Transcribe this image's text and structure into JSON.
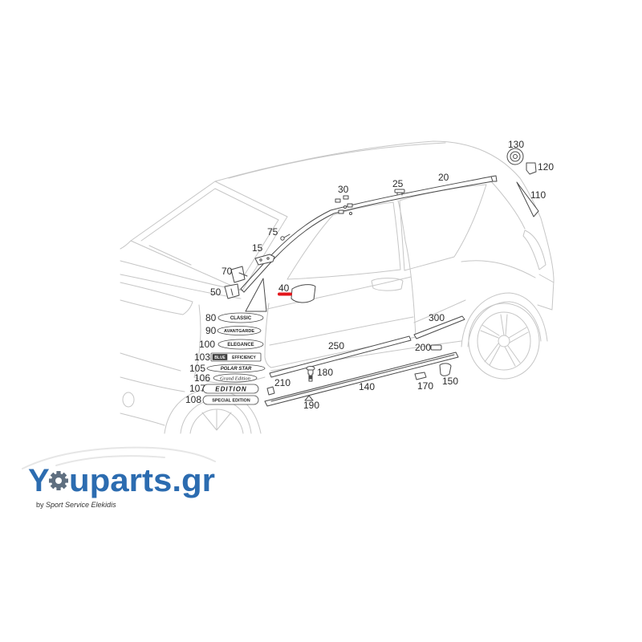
{
  "callouts": [
    "130",
    "120",
    "110",
    "20",
    "25",
    "30",
    "75",
    "15",
    "70",
    "50",
    "40",
    "80",
    "90",
    "100",
    "103",
    "105",
    "106",
    "107",
    "108",
    "300",
    "250",
    "200",
    "180",
    "210",
    "140",
    "170",
    "150",
    "190"
  ],
  "emblems": {
    "classic": "CLASSIC",
    "avantgarde": "AVANTGARDE",
    "elegance": "ELEGANCE",
    "blue_efficiency": {
      "boxed": "BLUE",
      "text": "EFFICIENCY"
    },
    "polar_star": "POLAR STAR",
    "grand_edition": "Grand Edition",
    "edition": "EDITION",
    "special_edition": "SPECIAL EDITION"
  },
  "logo": {
    "prefix": "Y",
    "icon": "gear-icon",
    "suffix": "uparts.gr",
    "tagline_by": "by",
    "tagline_name": "Sport Service Elekidis"
  },
  "colors": {
    "drawing": "#c6c6c6",
    "parts": "#4a4a4a",
    "highlight": "#e3161b",
    "brand": "#2c6cb0",
    "gear": "#5f6f80"
  }
}
